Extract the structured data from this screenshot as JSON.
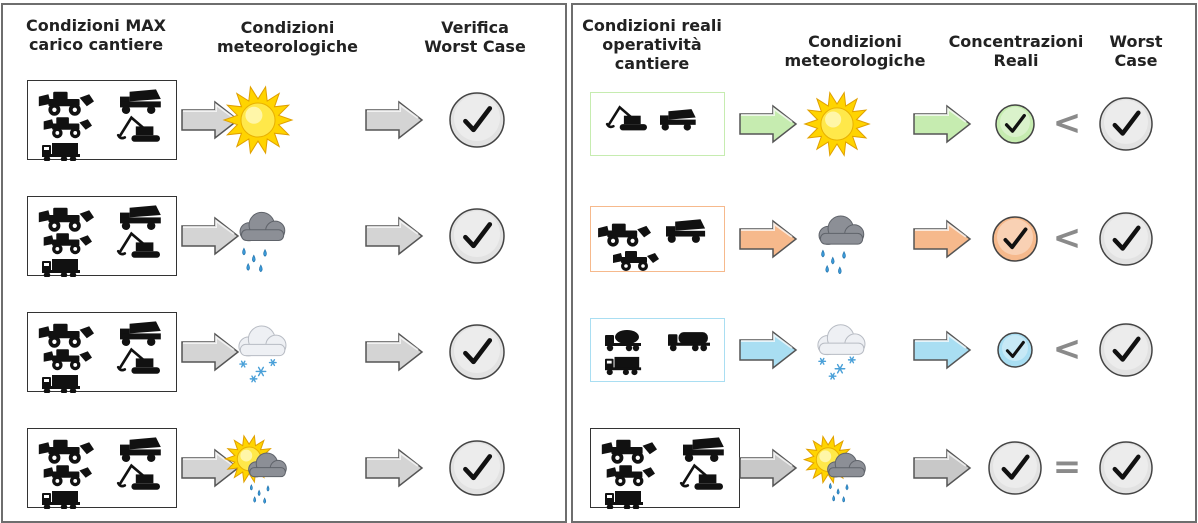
{
  "left_panel": {
    "headers": {
      "machines": "Condizioni MAX\ncarico cantiere",
      "weather": "Condizioni\nmeteorologiche",
      "verify": "Verifica\nWorst Case"
    },
    "rows": [
      {
        "weather": "sun-icon"
      },
      {
        "weather": "rain-cloud-icon"
      },
      {
        "weather": "snow-cloud-icon"
      },
      {
        "weather": "sun-cloud-rain-icon"
      }
    ]
  },
  "right_panel": {
    "headers": {
      "machines": "Condizioni reali\noperatività\ncantiere",
      "weather": "Condizioni\nmeteorologiche",
      "concentrations": "Concentrazioni\nReali",
      "worst": "Worst\nCase"
    },
    "rows": [
      {
        "weather": "sun-icon",
        "color": "#c6ecb0",
        "operator": "<"
      },
      {
        "weather": "rain-cloud-icon",
        "color": "#f6b98c",
        "operator": "<"
      },
      {
        "weather": "snow-cloud-icon",
        "color": "#a9def2",
        "operator": "<"
      },
      {
        "weather": "sun-cloud-rain-icon",
        "color": "#c8c8c8",
        "operator": "="
      }
    ]
  },
  "colors": {
    "green": "#c6ecb0",
    "orange": "#f6b98c",
    "blue": "#a9def2",
    "grey": "#c8c8c8",
    "border": "#6e6e6e"
  }
}
